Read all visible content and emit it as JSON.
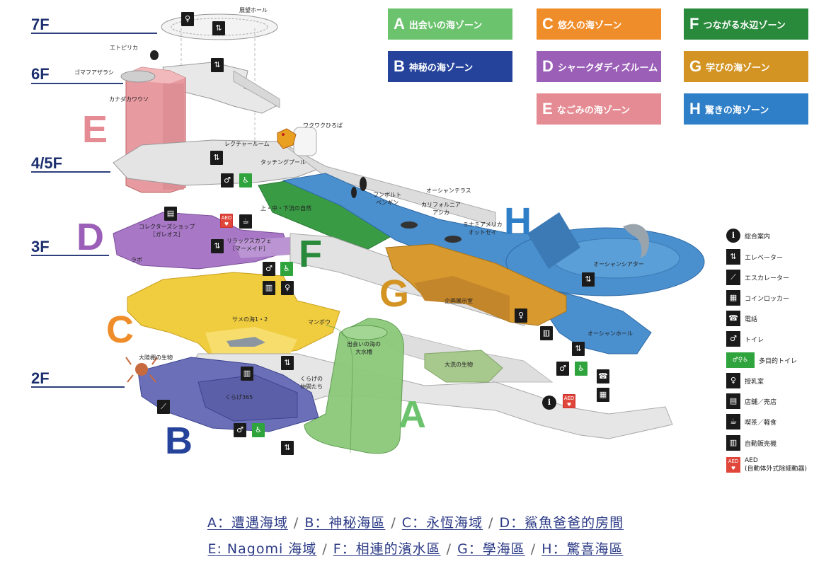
{
  "floors": [
    "7F",
    "6F",
    "4/5F",
    "3F",
    "2F"
  ],
  "zones": [
    {
      "letter": "A",
      "name": "出会いの海ゾーン",
      "color": "#6cc36d"
    },
    {
      "letter": "B",
      "name": "神秘の海ゾーン",
      "color": "#25439a"
    },
    {
      "letter": "C",
      "name": "悠久の海ゾーン",
      "color": "#f08d2b"
    },
    {
      "letter": "D",
      "name": "シャークダディズルーム",
      "color": "#9b5fb8"
    },
    {
      "letter": "E",
      "name": "なごみの海ゾーン",
      "color": "#e58b93"
    },
    {
      "letter": "F",
      "name": "つながる水辺ゾーン",
      "color": "#2a8a3c"
    },
    {
      "letter": "G",
      "name": "学びの海ゾーン",
      "color": "#d39424"
    },
    {
      "letter": "H",
      "name": "驚きの海ゾーン",
      "color": "#2f7fc8"
    }
  ],
  "map_labels": {
    "observation_hall": "展望ホール",
    "tufted_puffin": "エトピリカ",
    "seal": "ゴマフアザラシ",
    "otter": "カナダカワウソ",
    "lecture_room": "レクチャールーム",
    "waku_plaza": "ワクワクひろば",
    "touch_pool": "タッチングプール",
    "ocean_terrace": "オーシャンテラス",
    "upper_stream": "上・中・下流の自然",
    "humboldt": "フンボルト\nペンギン",
    "california": "カリフォルニア\nアシカ",
    "south_american": "ミナミアメリカ\nオットセイ",
    "collector_shop": "コレクターズショップ\n［ガレオス］",
    "relax_cafe": "リラックスカフェ\n［マーメイド］",
    "lab": "ラボ",
    "ocean_theater": "オーシャンシアター",
    "shark_sea": "サメの海1・2",
    "sunfish": "マンボウ",
    "exhibit_room": "企画展示室",
    "ocean_hall": "オーシャンホール",
    "continental_shelf": "大陸棚の生物",
    "big_tank": "出会いの海の\n大水槽",
    "rocky_shore": "大洗の生物",
    "jellyfish_friends": "くらげの\n仲間たち",
    "jellyfish365": "くらげ365"
  },
  "icon_legend": [
    {
      "icon": "info-icon",
      "label": "総合案内"
    },
    {
      "icon": "elevator-icon",
      "label": "エレベーター"
    },
    {
      "icon": "escalator-icon",
      "label": "エスカレーター"
    },
    {
      "icon": "coin-locker-icon",
      "label": "コインロッカー"
    },
    {
      "icon": "telephone-icon",
      "label": "電話"
    },
    {
      "icon": "toilet-icon",
      "label": "トイレ"
    },
    {
      "icon": "multipurpose-toilet-icon",
      "label": "多目的トイレ"
    },
    {
      "icon": "nursing-room-icon",
      "label": "授乳室"
    },
    {
      "icon": "shop-icon",
      "label": "店舗／売店"
    },
    {
      "icon": "cafe-icon",
      "label": "喫茶／軽食"
    },
    {
      "icon": "vending-machine-icon",
      "label": "自動販売機"
    },
    {
      "icon": "aed-icon",
      "label": "AED",
      "sublabel": "(自動体外式除細動器)"
    }
  ],
  "caption": {
    "line1": [
      "A：遭遇海域",
      "B：神秘海區",
      "C：永恆海域",
      "D：鯊魚爸爸的房間"
    ],
    "line2": [
      "E: Nagomi 海域",
      "F：相連的濱水區",
      "G：學海區",
      "H：驚喜海區"
    ],
    "separator": "/"
  }
}
